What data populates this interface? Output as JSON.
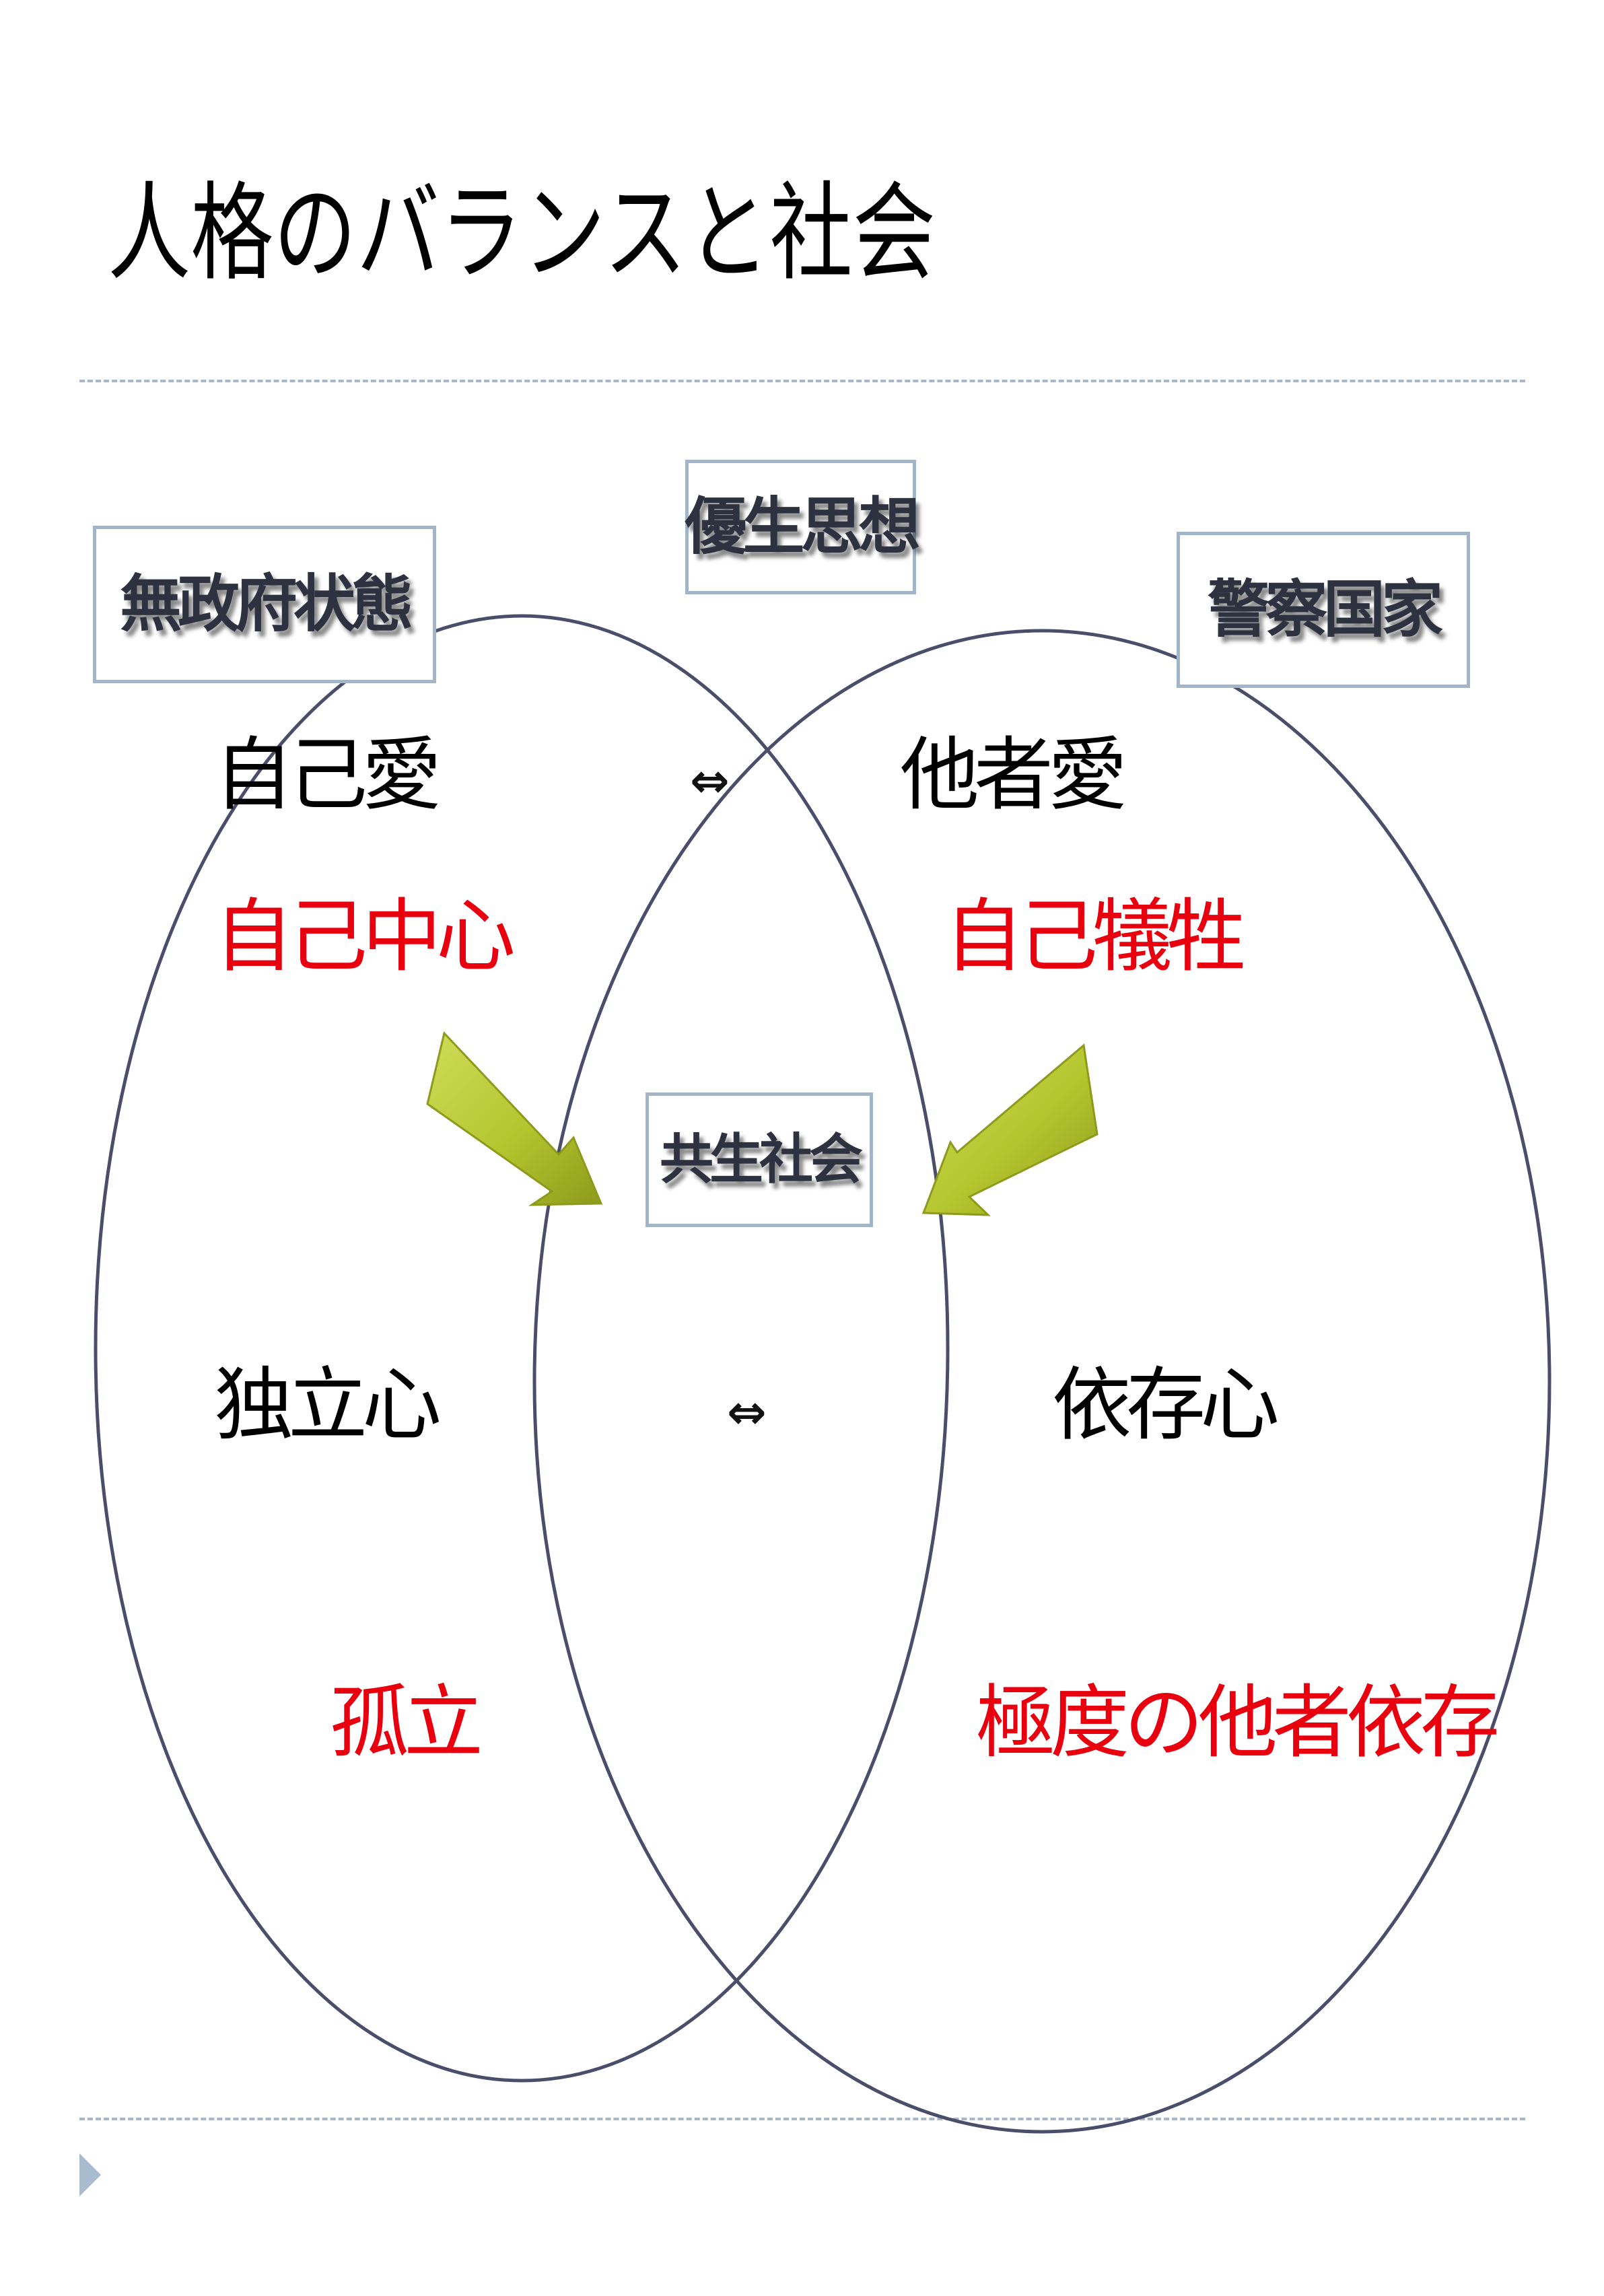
{
  "title": "人格のバランスと社会",
  "boxes": {
    "eugenics": "優生思想",
    "anarchy": "無政府状態",
    "police_state": "警察国家",
    "symbiotic_society": "共生社会"
  },
  "left": {
    "self_love": "自己愛",
    "self_centered": "自己中心",
    "independence": "独立心",
    "isolation": "孤立"
  },
  "right": {
    "love_of_others": "他者愛",
    "self_sacrifice": "自己犠牲",
    "dependence": "依存心",
    "extreme_dependence": "極度の他者依存"
  },
  "arrows": {
    "top": "⇔",
    "middle": "⇔"
  },
  "colors": {
    "circle_stroke": "#4a4e6b",
    "box_border": "#a3b6c9",
    "arrow_fill": "#b5c52e",
    "red_text": "#e8000e",
    "divider": "#a8b8c8",
    "bullet": "#a9bccf"
  }
}
